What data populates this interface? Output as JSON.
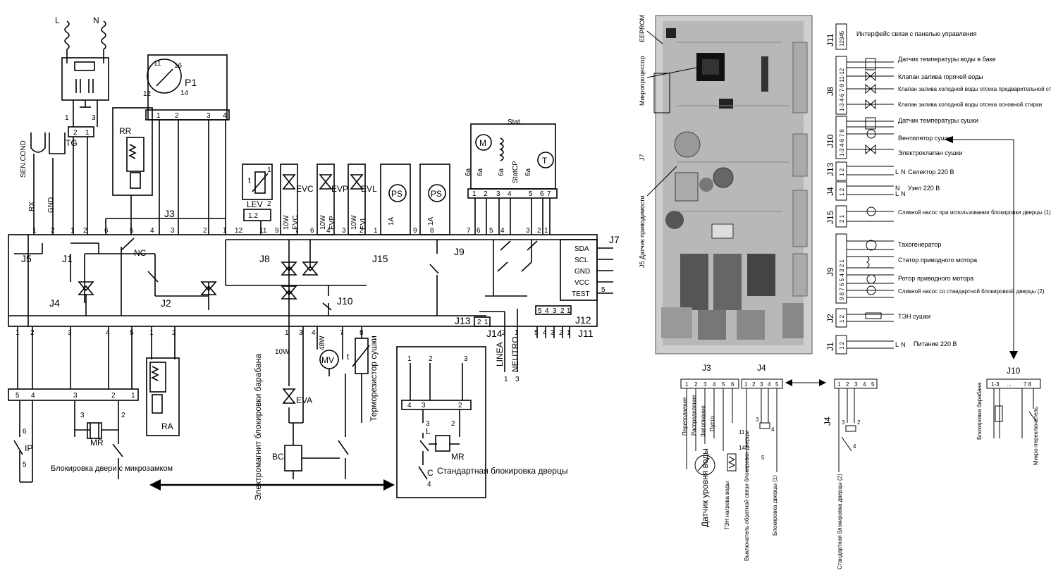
{
  "left_schematic": {
    "mains": [
      "L",
      "N"
    ],
    "tg": "TG",
    "sen_cond": "SEN.COND",
    "rr": "RR",
    "ra": "RA",
    "p1": "P1",
    "p1_pins": [
      "11",
      "16",
      "12",
      "14"
    ],
    "p1_terminals": [
      "1",
      "2",
      "3",
      "4"
    ],
    "rx": "RX",
    "gnd": "GND",
    "lev": "LEV",
    "lev_pins": "1.2",
    "valves": [
      "EVC",
      "EVP",
      "EVL"
    ],
    "valve_power": [
      "10W",
      "10W",
      "10W"
    ],
    "ps": [
      "PS",
      "PS"
    ],
    "ps_power": [
      "1A",
      "1A"
    ],
    "motor": "M",
    "stat": "Stat.",
    "statcp": "StatCP",
    "thermo": "T",
    "motor_fuse": [
      "6a",
      "6a",
      "6a",
      "6a"
    ],
    "motor_terminals": [
      "1",
      "2",
      "3",
      "4",
      "5",
      "6",
      "7"
    ],
    "j3_pins": [
      "1",
      "2",
      "1",
      "2",
      "6",
      "5",
      "4",
      "3",
      "2",
      "1",
      "12",
      "11",
      "9",
      "7",
      "6",
      "4",
      "3",
      "2",
      "1",
      "9",
      "8",
      "7",
      "6",
      "5",
      "4",
      "3",
      "2",
      "1"
    ],
    "connectors": [
      "J5",
      "J1",
      "J3",
      "J8",
      "J15",
      "J9",
      "J7",
      "J4",
      "J2",
      "J10",
      "J13",
      "J14",
      "J12",
      "J11"
    ],
    "nc": "NC",
    "bus": [
      "SDA",
      "SCL",
      "GND",
      "VCC",
      "TEST"
    ],
    "bus_pin": "5",
    "j12_pins": [
      "5",
      "4",
      "3",
      "2",
      "1"
    ],
    "j11_pins": [
      "5",
      "4",
      "3",
      "2",
      "1"
    ],
    "j13_pins": [
      "2",
      "1"
    ],
    "j14_pins": [
      "2",
      "1"
    ],
    "linea": "LINEA",
    "neutro": "NEUTRO",
    "linea_pins": [
      "1",
      "3"
    ],
    "bottom_pins": [
      "1",
      "2",
      "3",
      "4",
      "5",
      "1",
      "2",
      "1",
      "3",
      "4",
      "7",
      "8",
      "5",
      "4",
      "3",
      "2",
      "1"
    ],
    "eva": "EVA",
    "eva_power": "10W",
    "mv": "MV",
    "mv_power": "48W",
    "bc": "BC",
    "ip": "IP",
    "ip_pins": [
      "6",
      "5"
    ],
    "mr": "MR",
    "door_pins": [
      "5",
      "4",
      "3",
      "2",
      "1",
      "3",
      "2"
    ],
    "door_lock_micro": "Блокировка двери с микрозамком",
    "drum_magnet": "Электромагнит блокировки барабана",
    "dry_thermistor": "Терморезистор сушки",
    "std_lock_pins": [
      "1",
      "2",
      "3",
      "4",
      "3",
      "2",
      "3",
      "L",
      "2",
      "C",
      "4"
    ],
    "std_lock": "Стандартная блокировка дверцы"
  },
  "right_board": {
    "eeprom": "EEPROM",
    "micro": "Микропроцессор",
    "j7": "J7",
    "j5": "J5 Датчик приводимости",
    "rows": [
      {
        "j": "J11",
        "pins": "12345",
        "desc": [
          "Интерфейс связи с панелью управления"
        ]
      },
      {
        "j": "J8",
        "pins": "1-3 4-6 7-9 11-12",
        "desc": [
          "Датчик температуры воды в баке",
          "Клапан залива горячей воды",
          "Клапан залива холодной воды отсека предварительной стирки",
          "Клапан залива холодной воды отсека основной стирки"
        ]
      },
      {
        "j": "J10",
        "pins": "1-3 4-6 7 8",
        "desc": [
          "Датчик температуры сушки",
          "Вентилятор сушки",
          "Электроклапан сушки"
        ]
      },
      {
        "j": "J13",
        "pins": "1 2",
        "desc": [
          "Селектор 220 В"
        ]
      },
      {
        "j": "J4",
        "pins": "1 2",
        "desc": [
          "Узел 220 В"
        ]
      },
      {
        "j": "J15",
        "pins": "2 1",
        "desc": [
          "Сливной насос при использовании блокировки дверцы (1)"
        ]
      },
      {
        "j": "J9",
        "pins": "9 8 7 6 5 4 3 2 1",
        "desc": [
          "Тахогенератор",
          "Статор приводного мотора",
          "Ротор приводного мотора",
          "Сливной насос со стандартной блокировкой дверцы (2)"
        ]
      },
      {
        "j": "J2",
        "pins": "1 2",
        "desc": [
          "ТЭН сушки"
        ]
      },
      {
        "j": "J1",
        "pins": "1 2",
        "desc": [
          "Питание 220 В"
        ]
      }
    ],
    "ln": [
      "L",
      "N",
      "N",
      "L",
      "N",
      "L",
      "N"
    ],
    "bottom": {
      "j3": "J3",
      "j3_pins": [
        "1",
        "2",
        "3",
        "4",
        "5",
        "6"
      ],
      "j4": "J4",
      "j4_pins": [
        "1",
        "2",
        "3",
        "4",
        "5"
      ],
      "j4b": "J4",
      "j4b_pins": [
        "1",
        "2",
        "3",
        "4",
        "5"
      ],
      "j10": "J10",
      "j10_pins": [
        "1-3",
        "...",
        "7 8"
      ],
      "rot_labels": [
        "Переполнение",
        "Распределение",
        "Заполнение",
        "Пусто"
      ],
      "nums": [
        "11",
        "14",
        "3",
        "4",
        "5",
        "3",
        "2",
        "4"
      ],
      "captions": [
        "Датчик уровня воды",
        "ТЭН нагрева воды",
        "Выключатель обратной связи блокировки дверцы",
        "Блокировка дверцы (1)",
        "Стандартная блокировка дверцы (2)",
        "Блокировка барабана",
        "Микро-переключатель"
      ]
    }
  }
}
